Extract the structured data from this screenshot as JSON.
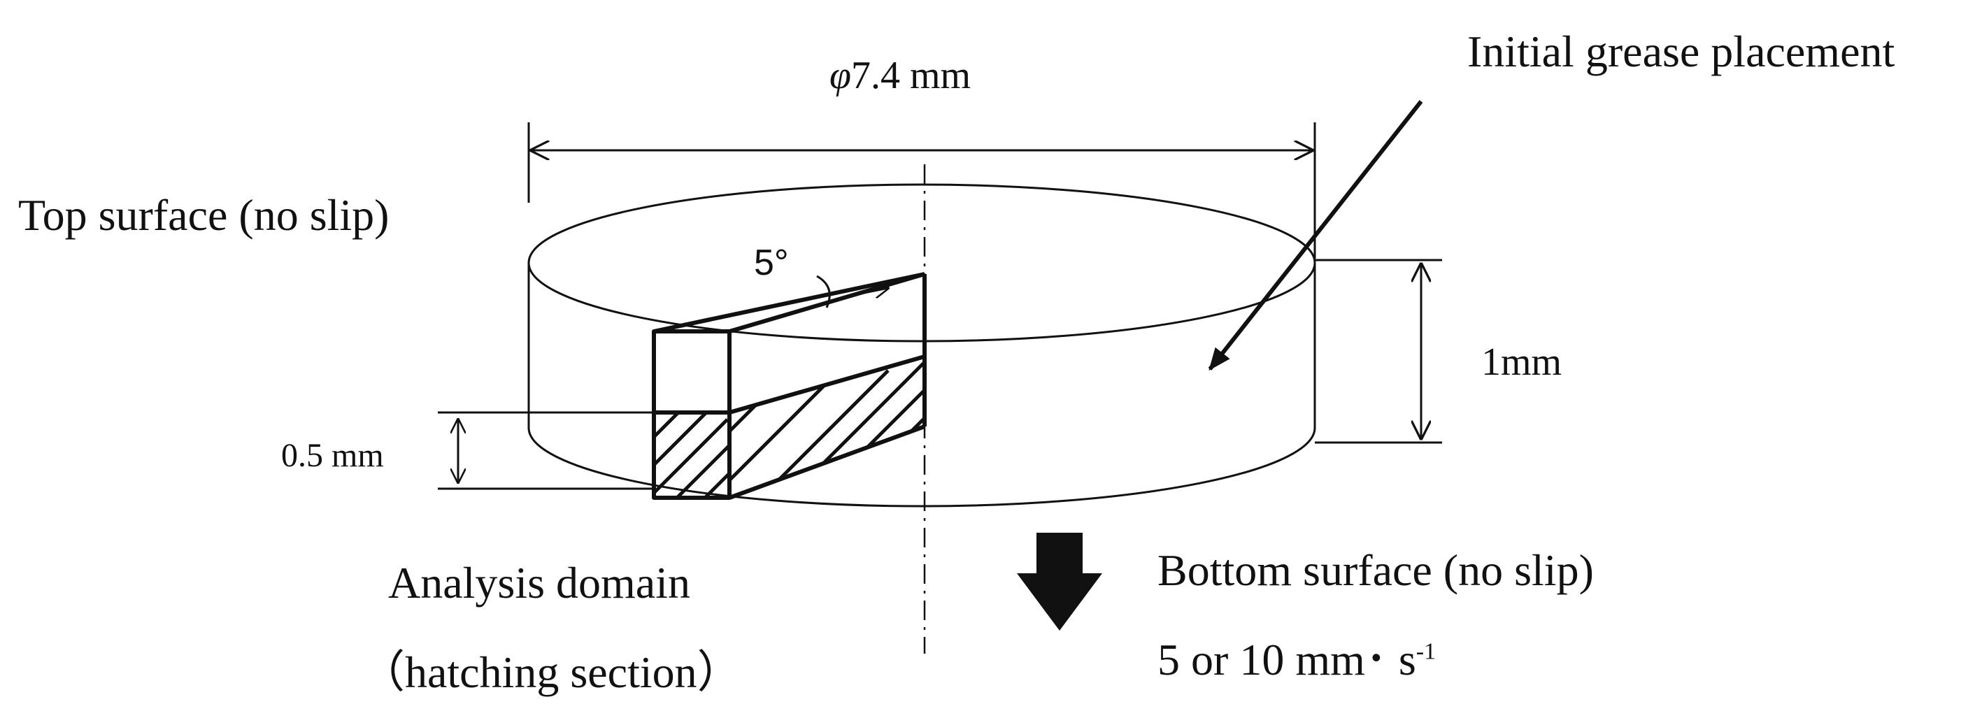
{
  "labels": {
    "diameter_symbol": "φ",
    "diameter_value": "7.4 mm",
    "initial_placement": "Initial  grease placement",
    "top_surface": "Top surface (no slip)",
    "angle": "5°",
    "height": "1mm",
    "half_height": "0.5 mm",
    "analysis_domain": "Analysis  domain",
    "hatching_section": "（hatching  section）",
    "bottom_surface": "Bottom surface  (no slip)",
    "speed_main": "5 or 10 mm･ s",
    "speed_exp": "-1"
  },
  "colors": {
    "line": "#111111",
    "background": "#ffffff"
  }
}
